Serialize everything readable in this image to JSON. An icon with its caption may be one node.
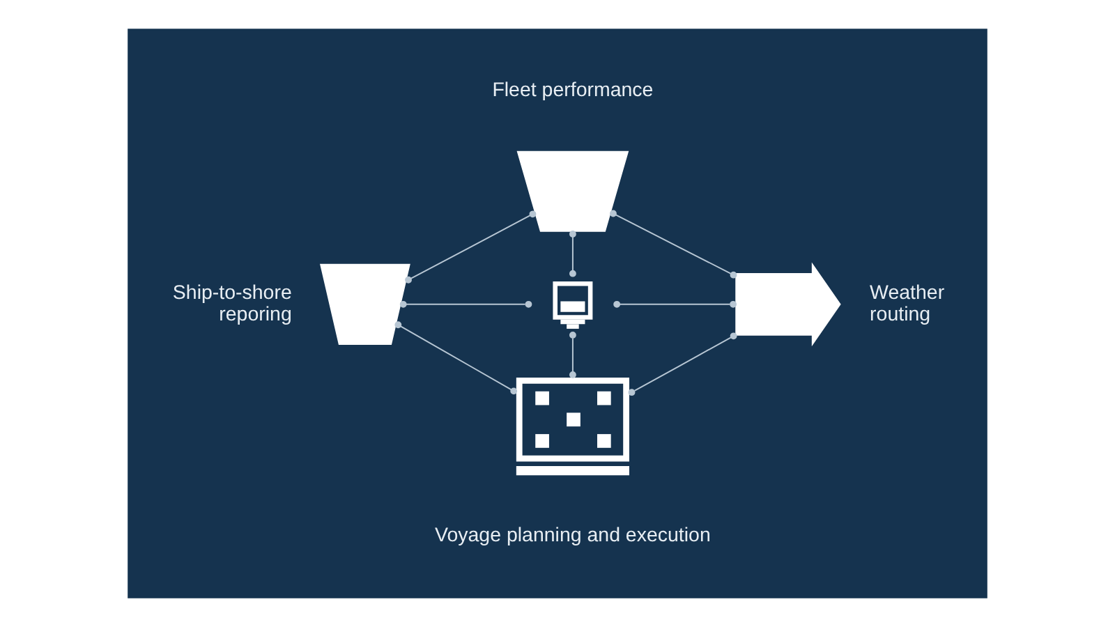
{
  "diagram": {
    "nodes": [
      {
        "text": [],
        "shape": "hexagon"
      },
      {
        "text": [],
        "shape": "picture",
        "beside": [
          "Fleet performance"
        ],
        "in": 0
      },
      {
        "text": [],
        "shape": "picture",
        "beside": [
          "Ship-to-shore reporing"
        ],
        "in": 0
      },
      {
        "text": [],
        "shape": "picture",
        "in": 0
      },
      {
        "text": [],
        "shape": "picture",
        "beside": [
          "Weather routing"
        ],
        "in": 0
      },
      {
        "text": [],
        "shape": "picture",
        "beside": [
          "Voyage planning and execution"
        ],
        "in": 0
      }
    ],
    "edges": [
      {
        "from": 1,
        "to": 2,
        "arrow": "other"
      },
      {
        "from": 1,
        "to": 4,
        "arrow": "other"
      },
      {
        "from": 1,
        "to": 3,
        "arrow": "other"
      },
      {
        "from": 2,
        "to": 3,
        "arrow": "other"
      },
      {
        "from": 3,
        "to": 4,
        "arrow": "other"
      },
      {
        "from": 3,
        "to": 5,
        "arrow": "other"
      },
      {
        "from": 2,
        "to": 5,
        "arrow": "other"
      },
      {
        "from": 4,
        "to": 5,
        "arrow": "other"
      }
    ]
  }
}
